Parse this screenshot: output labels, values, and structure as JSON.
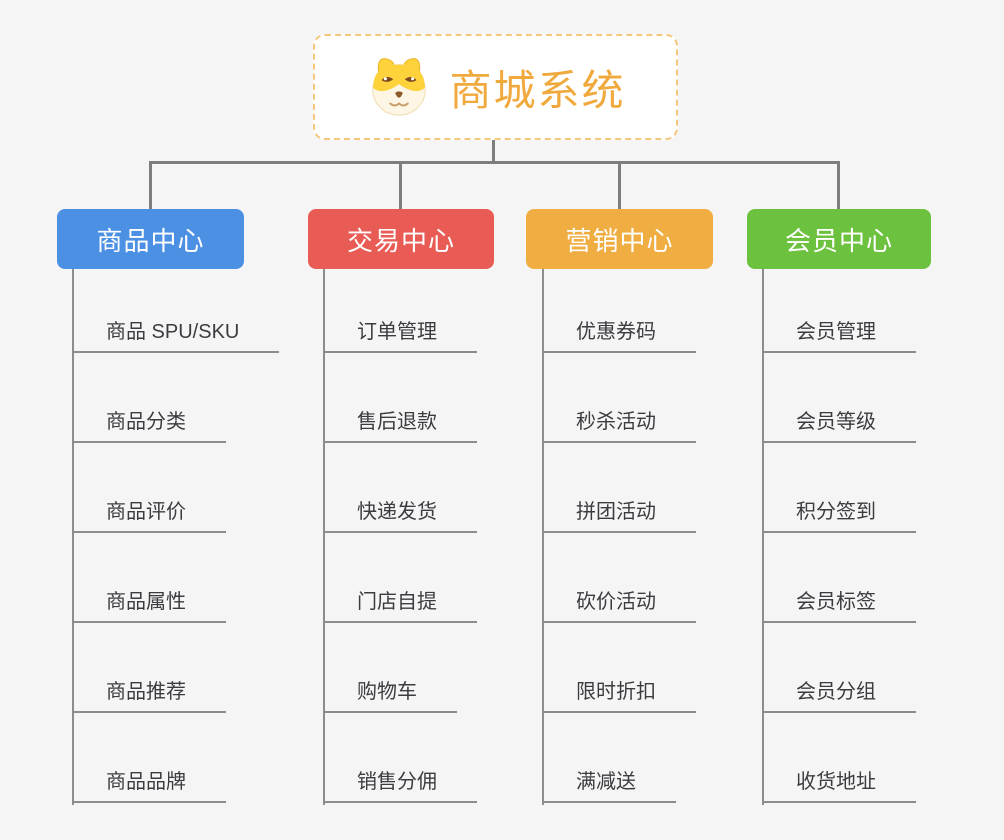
{
  "canvas": {
    "background": "#f5f5f6"
  },
  "root": {
    "title": "商城系统",
    "icon": "dog-face-icon",
    "title_color": "#f0a93c",
    "border_color": "#f3c87d"
  },
  "connectors": {
    "line_color": "#7d7d7d",
    "underline_color": "#8c8c8c"
  },
  "branches": [
    {
      "label": "商品中心",
      "color": "#4c90e4",
      "items": [
        "商品 SPU/SKU",
        "商品分类",
        "商品评价",
        "商品属性",
        "商品推荐",
        "商品品牌"
      ]
    },
    {
      "label": "交易中心",
      "color": "#e85c55",
      "items": [
        "订单管理",
        "售后退款",
        "快递发货",
        "门店自提",
        "购物车",
        "销售分佣"
      ]
    },
    {
      "label": "营销中心",
      "color": "#efad42",
      "items": [
        "优惠券码",
        "秒杀活动",
        "拼团活动",
        "砍价活动",
        "限时折扣",
        "满减送"
      ]
    },
    {
      "label": "会员中心",
      "color": "#6cc13e",
      "items": [
        "会员管理",
        "会员等级",
        "积分签到",
        "会员标签",
        "会员分组",
        "收货地址"
      ]
    }
  ]
}
